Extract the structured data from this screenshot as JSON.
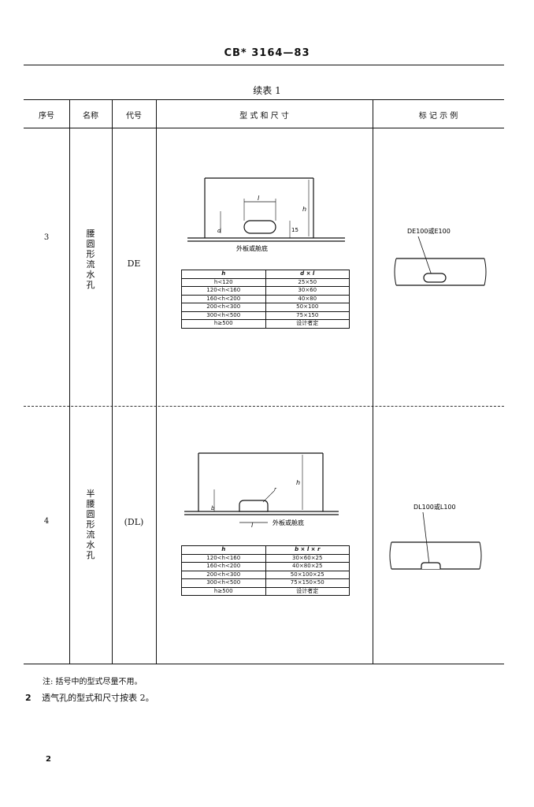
{
  "header": {
    "standard_number": "CB* 3164—83"
  },
  "caption": "续表 1",
  "columns": [
    "序号",
    "名称",
    "代号",
    "型 式 和 尺 寸",
    "标 记 示 例"
  ],
  "rows": [
    {
      "number": "3",
      "name": "腰圆形流水孔",
      "code": "DE",
      "drawing_labels": {
        "l": "l",
        "d": "d",
        "fifteen": "15",
        "h": "h",
        "plate": "外板或舱底"
      },
      "dim_table": {
        "headers": [
          "h",
          "d × l"
        ],
        "rows": [
          [
            "h<120",
            "25×50"
          ],
          [
            "120<h<160",
            "30×60"
          ],
          [
            "160<h<200",
            "40×80"
          ],
          [
            "200<h<300",
            "50×100"
          ],
          [
            "300<h<500",
            "75×150"
          ],
          [
            "h≥500",
            "设计者定"
          ]
        ]
      },
      "mark_example": "DE100或E100"
    },
    {
      "number": "4",
      "name": "半腰圆形流水孔",
      "code": "(DL)",
      "drawing_labels": {
        "l": "l",
        "b": "b",
        "r": "r",
        "h": "h",
        "plate": "外板或舱底"
      },
      "dim_table": {
        "headers": [
          "h",
          "b × l × r"
        ],
        "rows": [
          [
            "120<h<160",
            "30×60×25"
          ],
          [
            "160<h<200",
            "40×80×25"
          ],
          [
            "200<h<300",
            "50×100×25"
          ],
          [
            "300<h<500",
            "75×150×50"
          ],
          [
            "h≥500",
            "设计者定"
          ]
        ]
      },
      "mark_example": "DL100或L100"
    }
  ],
  "note": "注: 括号中的型式尽量不用。",
  "paragraph": {
    "number": "2",
    "text": "透气孔的型式和尺寸按表 2。"
  },
  "page_number": "2"
}
